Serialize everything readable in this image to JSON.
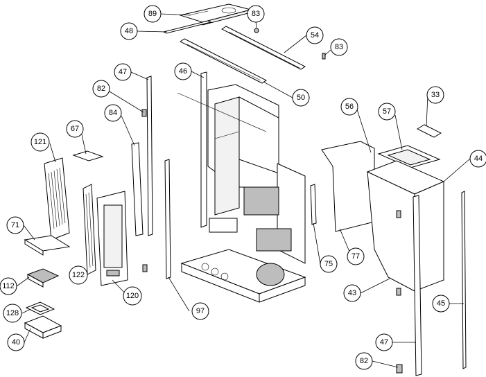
{
  "callouts": [
    {
      "id": "c89",
      "label": "89"
    },
    {
      "id": "c83a",
      "label": "83"
    },
    {
      "id": "c48",
      "label": "48"
    },
    {
      "id": "c54",
      "label": "54"
    },
    {
      "id": "c83b",
      "label": "83"
    },
    {
      "id": "c47a",
      "label": "47"
    },
    {
      "id": "c46",
      "label": "46"
    },
    {
      "id": "c50",
      "label": "50"
    },
    {
      "id": "c33",
      "label": "33"
    },
    {
      "id": "c82a",
      "label": "82"
    },
    {
      "id": "c56",
      "label": "56"
    },
    {
      "id": "c57",
      "label": "57"
    },
    {
      "id": "c84",
      "label": "84"
    },
    {
      "id": "c67",
      "label": "67"
    },
    {
      "id": "c121",
      "label": "121"
    },
    {
      "id": "c44",
      "label": "44"
    },
    {
      "id": "c71",
      "label": "71"
    },
    {
      "id": "c75",
      "label": "75"
    },
    {
      "id": "c77",
      "label": "77"
    },
    {
      "id": "c122",
      "label": "122"
    },
    {
      "id": "c112",
      "label": "112"
    },
    {
      "id": "c43",
      "label": "43"
    },
    {
      "id": "c120",
      "label": "120"
    },
    {
      "id": "c45",
      "label": "45"
    },
    {
      "id": "c128",
      "label": "128"
    },
    {
      "id": "c97",
      "label": "97"
    },
    {
      "id": "c47b",
      "label": "47"
    },
    {
      "id": "c40",
      "label": "40"
    },
    {
      "id": "c82b",
      "label": "82"
    }
  ]
}
